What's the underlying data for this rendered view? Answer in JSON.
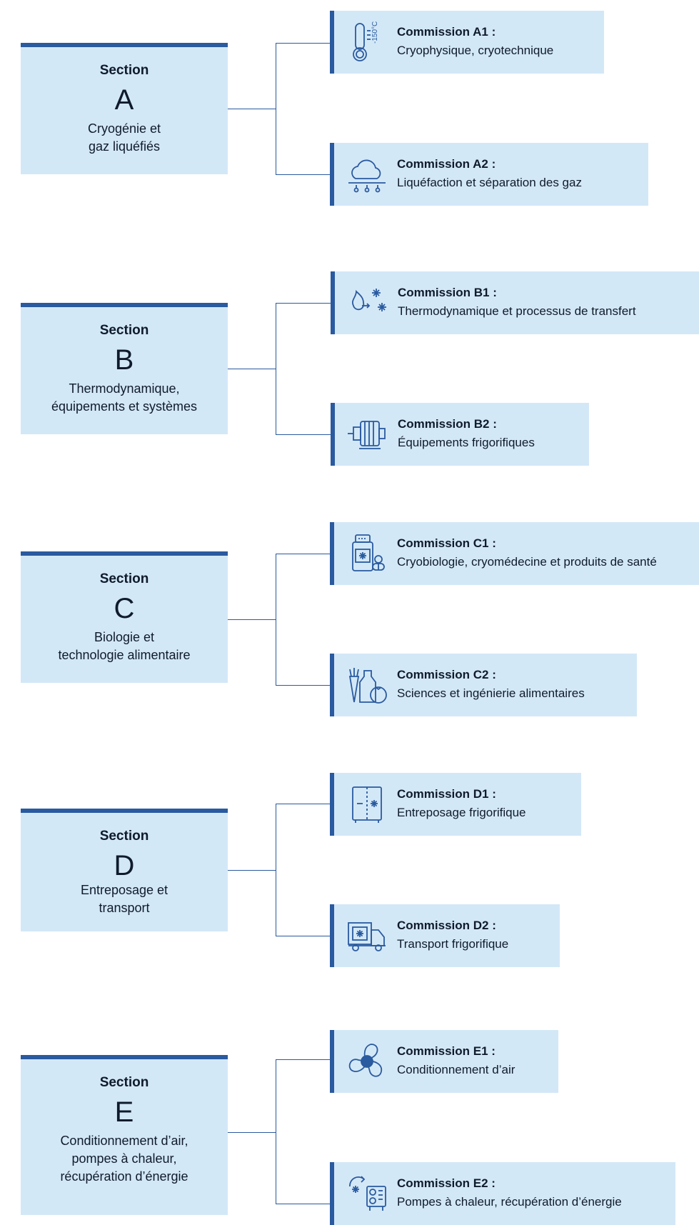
{
  "sections": [
    {
      "label": "Section",
      "letter": "A",
      "title_lines": [
        "Cryogénie et",
        "gaz liquéfiés"
      ],
      "commissions": [
        {
          "title": "Commission A1 :",
          "subtitle": "Cryophysique, cryotechnique",
          "icon": "thermometer-icon",
          "icon_text": "-150°C"
        },
        {
          "title": "Commission A2 :",
          "subtitle": "Liquéfaction et séparation des gaz",
          "icon": "cloud-condensation-icon"
        }
      ]
    },
    {
      "label": "Section",
      "letter": "B",
      "title_lines": [
        "Thermodynamique,",
        "équipements et systèmes"
      ],
      "commissions": [
        {
          "title": "Commission B1 :",
          "subtitle": "Thermodynamique et processus de transfert",
          "icon": "heat-to-cold-icon"
        },
        {
          "title": "Commission B2 :",
          "subtitle": "Équipements frigorifiques",
          "icon": "compressor-icon"
        }
      ]
    },
    {
      "label": "Section",
      "letter": "C",
      "title_lines": [
        "Biologie et",
        "technologie alimentaire"
      ],
      "commissions": [
        {
          "title": "Commission C1 :",
          "subtitle": "Cryobiologie, cryomédecine et produits de santé",
          "icon": "medicine-bottle-icon"
        },
        {
          "title": "Commission C2 :",
          "subtitle": "Sciences et ingénierie alimentaires",
          "icon": "food-icon"
        }
      ]
    },
    {
      "label": "Section",
      "letter": "D",
      "title_lines": [
        "Entreposage et",
        "transport"
      ],
      "commissions": [
        {
          "title": "Commission D1 :",
          "subtitle": "Entreposage frigorifique",
          "icon": "cold-storage-icon"
        },
        {
          "title": "Commission D2 :",
          "subtitle": "Transport frigorifique",
          "icon": "refrigerated-truck-icon"
        }
      ]
    },
    {
      "label": "Section",
      "letter": "E",
      "title_lines": [
        "Conditionnement d’air,",
        "pompes à chaleur,",
        "récupération d’énergie"
      ],
      "commissions": [
        {
          "title": "Commission E1 :",
          "subtitle": "Conditionnement d’air",
          "icon": "fan-icon"
        },
        {
          "title": "Commission E2 :",
          "subtitle": "Pompes à chaleur, récupération d’énergie",
          "icon": "heat-pump-icon"
        }
      ]
    }
  ],
  "colors": {
    "accent": "#2a5a9f",
    "box": "#d3e8f7",
    "text": "#0f1b2d"
  }
}
